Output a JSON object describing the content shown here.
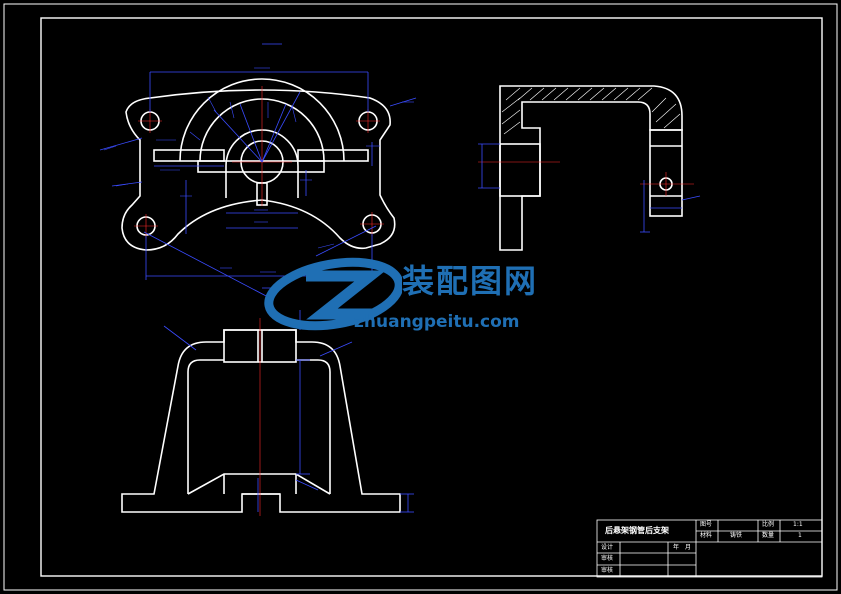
{
  "title_block": {
    "part_name": "后悬架钢管后支架",
    "drawing_no_label": "图号",
    "material_label": "材料",
    "material_value": "铸铁",
    "scale_label": "比例",
    "scale_value": "1:1",
    "quantity_label": "数量",
    "quantity_value": "1",
    "designer_label": "设计",
    "checker_label": "审核",
    "approver_label": "审核",
    "year_label": "年",
    "month_label": "月"
  },
  "watermark": {
    "text_cn": "装配图网",
    "url": "zhuangpeitu.com"
  },
  "colors": {
    "outline": "#ffffff",
    "dimension": "#3a4cff",
    "centerline": "#ff2a2a",
    "watermark": "#1f6fb4"
  }
}
